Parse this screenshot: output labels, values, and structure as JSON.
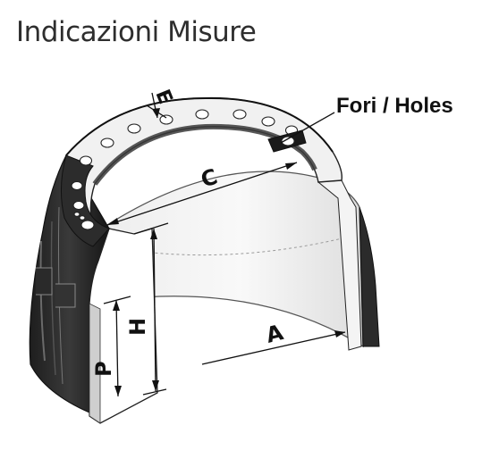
{
  "header": {
    "title": "Indicazioni Misure"
  },
  "diagram": {
    "callout_holes": "Fori / Holes",
    "dimensions": {
      "A": "A",
      "C": "C",
      "E": "E",
      "H": "H",
      "P": "P"
    }
  }
}
